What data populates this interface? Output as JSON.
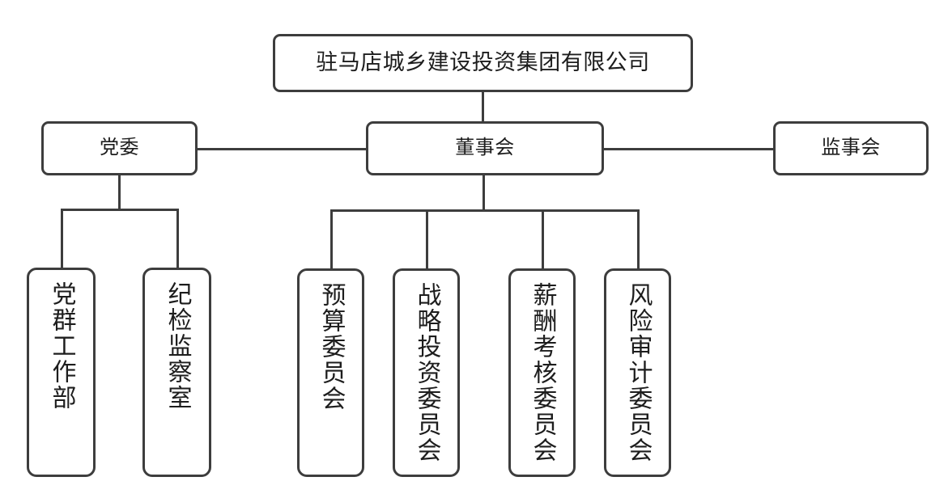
{
  "diagram": {
    "type": "organization-chart",
    "title_node": "驻马店城乡建设投资集团有限公司",
    "colors": {
      "border": "#3d3d3d",
      "text": "#1d1d1d",
      "background": "#ffffff",
      "connector": "#3d3d3d"
    }
  },
  "nodes": {
    "root": {
      "id": "company",
      "label": "驻马店城乡建设投资集团有限公司",
      "orientation": "horizontal"
    },
    "level2": [
      {
        "id": "party-committee",
        "label": "党委",
        "orientation": "horizontal"
      },
      {
        "id": "board-of-directors",
        "label": "董事会",
        "orientation": "horizontal"
      },
      {
        "id": "board-of-supervisors",
        "label": "监事会",
        "orientation": "horizontal"
      }
    ],
    "party_children": [
      {
        "id": "party-mass-work-dept",
        "label": "党群工作部",
        "orientation": "vertical"
      },
      {
        "id": "discipline-inspection-office",
        "label": "纪检监察室",
        "orientation": "vertical"
      }
    ],
    "board_children": [
      {
        "id": "budget-committee",
        "label": "预算委员会",
        "orientation": "vertical"
      },
      {
        "id": "strategic-investment-committee",
        "label": "战略投资委员会",
        "orientation": "vertical"
      },
      {
        "id": "compensation-assessment-committee",
        "label": "薪酬考核委员会",
        "orientation": "vertical"
      },
      {
        "id": "risk-audit-committee",
        "label": "风险审计委员会",
        "orientation": "vertical"
      }
    ]
  }
}
